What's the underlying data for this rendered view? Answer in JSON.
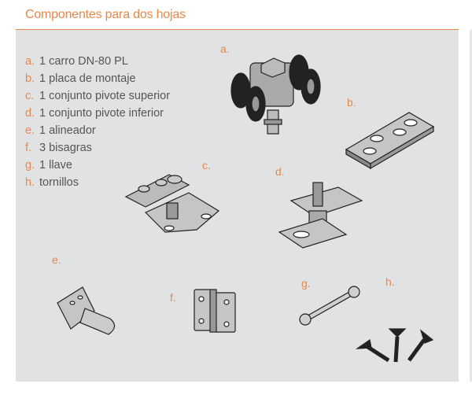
{
  "title": "Componentes para dos hojas",
  "items": [
    {
      "key": "a.",
      "text": "1 carro DN-80 PL"
    },
    {
      "key": "b.",
      "text": "1 placa de montaje"
    },
    {
      "key": "c.",
      "text": "1 conjunto pivote superior"
    },
    {
      "key": "d.",
      "text": "1 conjunto pivote inferior"
    },
    {
      "key": "e.",
      "text": "1 alineador"
    },
    {
      "key": "f.",
      "text": "3 bisagras"
    },
    {
      "key": "g.",
      "text": "1 llave"
    },
    {
      "key": "h.",
      "text": "tornillos"
    }
  ],
  "figure_labels": {
    "a": "a.",
    "b": "b.",
    "c": "c.",
    "d": "d.",
    "e": "e.",
    "f": "f.",
    "g": "g.",
    "h": "h."
  },
  "colors": {
    "accent": "#e8874b",
    "panel": "#e1e2e4",
    "text": "#555555"
  }
}
